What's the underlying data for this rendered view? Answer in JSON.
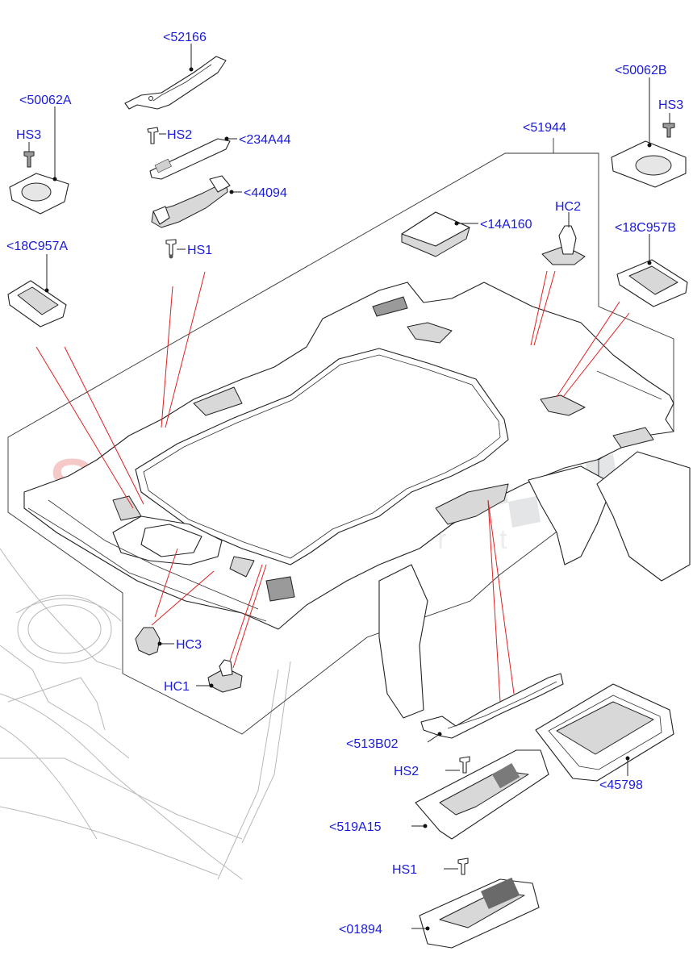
{
  "watermark": {
    "brand": "scuderia",
    "sub": "c a r p a r t s"
  },
  "labels": {
    "p52166": "<52166",
    "p50062A": "<50062A",
    "hs3_left": "HS3",
    "hs2_top": "HS2",
    "p234A44": "<234A44",
    "p44094": "<44094",
    "hs1_top": "HS1",
    "p18C957A": "<18C957A",
    "p51944": "<51944",
    "p14A160": "<14A160",
    "hc2": "HC2",
    "p50062B": "<50062B",
    "hs3_right": "HS3",
    "p18C957B": "<18C957B",
    "hc3": "HC3",
    "hc1": "HC1",
    "p513B02": "<513B02",
    "hs2_bottom": "HS2",
    "p45798": "<45798",
    "p519A15": "<519A15",
    "hs1_bottom": "HS1",
    "p01894": "<01894"
  }
}
